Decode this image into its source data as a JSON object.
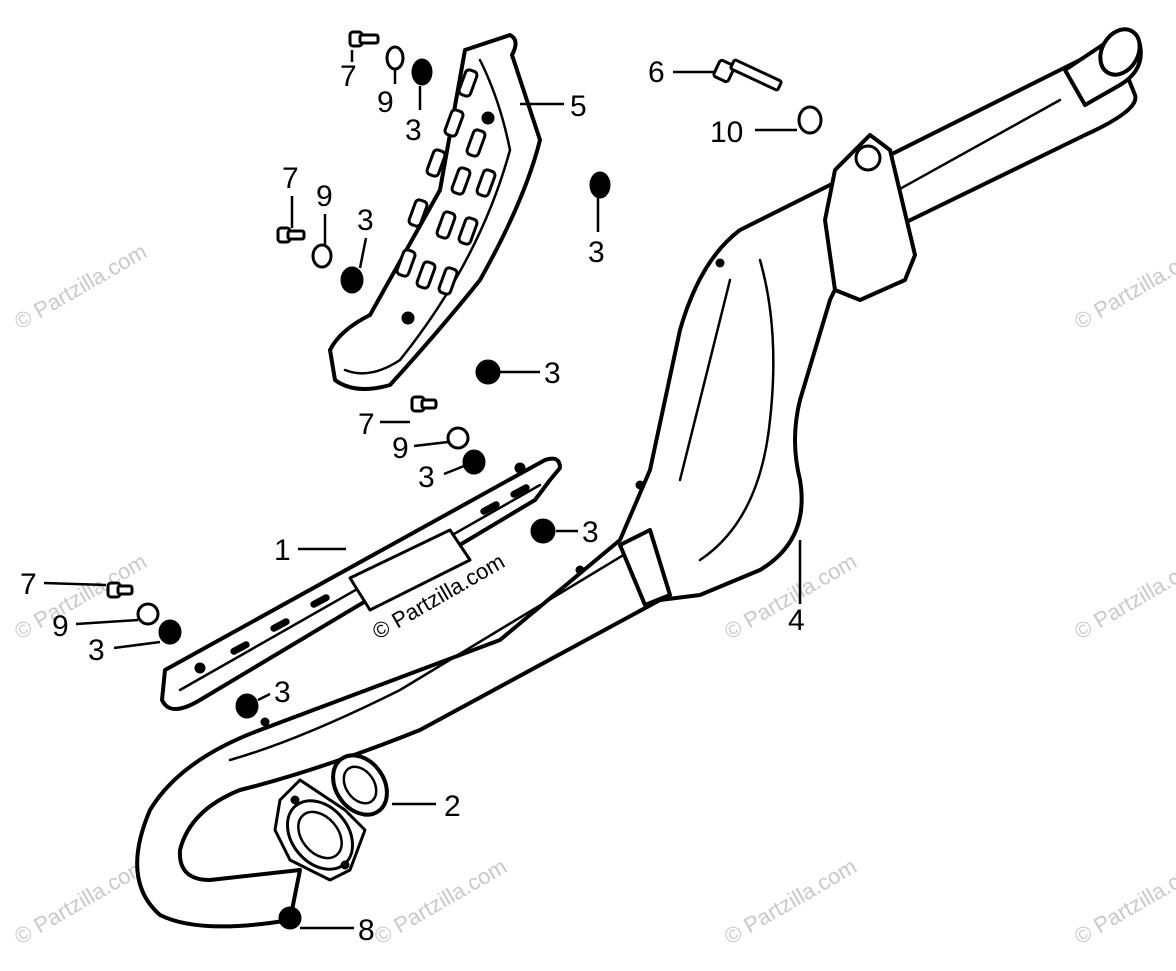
{
  "watermark": "© Partzilla.com",
  "callouts": {
    "c1": "1",
    "c2": "2",
    "c3": "3",
    "c4": "4",
    "c5": "5",
    "c6": "6",
    "c7": "7",
    "c8": "8",
    "c9": "9",
    "c10": "10"
  },
  "colors": {
    "line": "#000000",
    "watermark": "#c9c9c9",
    "background": "#ffffff"
  }
}
